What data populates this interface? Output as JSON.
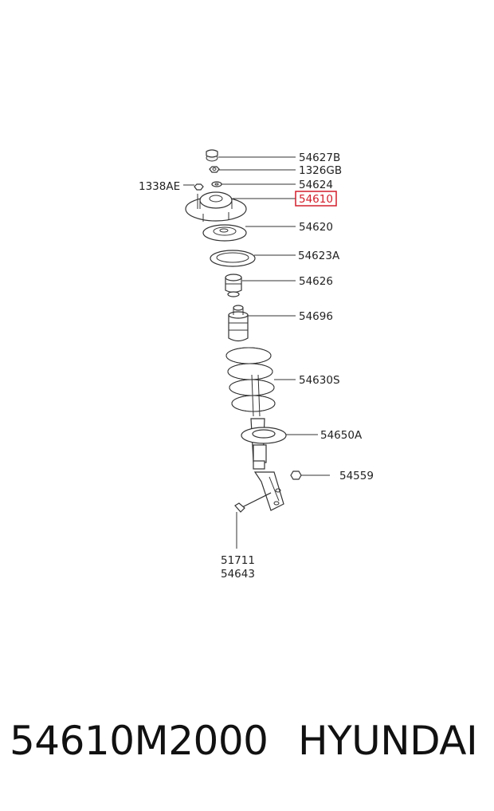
{
  "diagram": {
    "labels": {
      "l54627b": "54627B",
      "l1326gb": "1326GB",
      "l1338ae": "1338AE",
      "l54624": "54624",
      "l54610": "54610",
      "l54620": "54620",
      "l54623a": "54623A",
      "l54626": "54626",
      "l54696": "54696",
      "l54630s": "54630S",
      "l54650a": "54650A",
      "l54559": "54559",
      "l51711": "51711",
      "l54643": "54643"
    },
    "highlight_color": "#d21f2b"
  },
  "footer": {
    "part_number": "54610M2000",
    "brand": "HYUNDAI"
  }
}
